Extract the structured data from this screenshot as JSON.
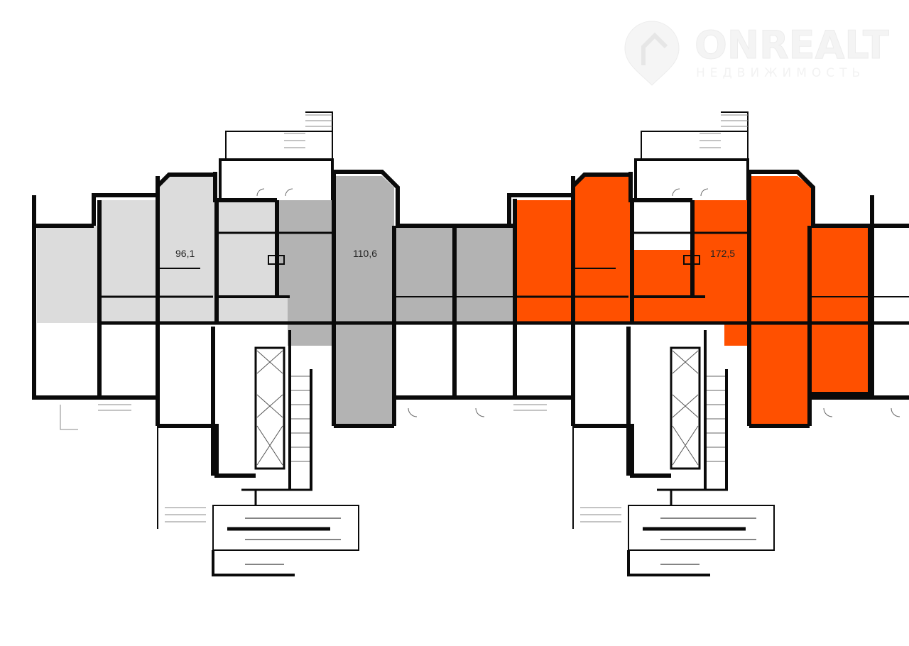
{
  "watermark": {
    "brand": "ONREALT",
    "tagline": "НЕДВИЖИМОСТЬ"
  },
  "units": [
    {
      "area": "96,1",
      "status": "light-grey"
    },
    {
      "area": "110,6",
      "status": "grey"
    },
    {
      "area": "172,5",
      "status": "highlighted"
    }
  ],
  "colors": {
    "light": "#dcdcdc",
    "mid": "#b3b3b3",
    "highlight": "#ff5000",
    "wall": "#0a0a0a"
  }
}
